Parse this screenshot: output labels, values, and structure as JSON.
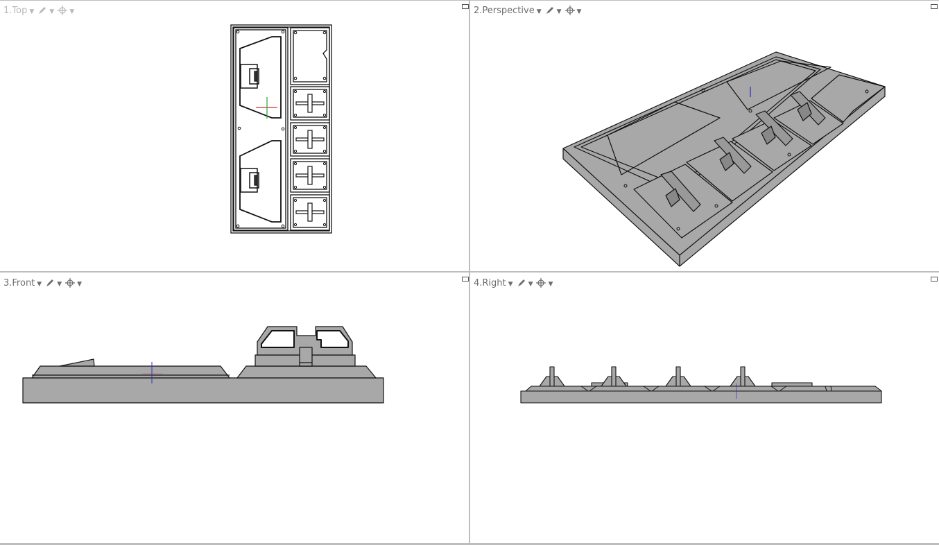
{
  "viewports": [
    {
      "id": "top",
      "label": "1.Top",
      "active": false
    },
    {
      "id": "perspective",
      "label": "2.Perspective",
      "active": true
    },
    {
      "id": "front",
      "label": "3.Front",
      "active": true
    },
    {
      "id": "right",
      "label": "4.Right",
      "active": true
    }
  ],
  "icons": {
    "display_mode": "pencil-icon",
    "snap": "crosshair-icon",
    "dropdown": "chevron-down-icon",
    "maximize": "maximize-icon"
  },
  "colors": {
    "model_fill": "#a8a8a8",
    "edge": "#111111",
    "background": "#ffffff",
    "label_active": "#6e6e6e",
    "label_inactive": "#b8b8b8",
    "axis_x": "#d03030",
    "axis_y": "#30a030",
    "axis_z": "#3030c0",
    "divider": "#bdbdbd"
  }
}
